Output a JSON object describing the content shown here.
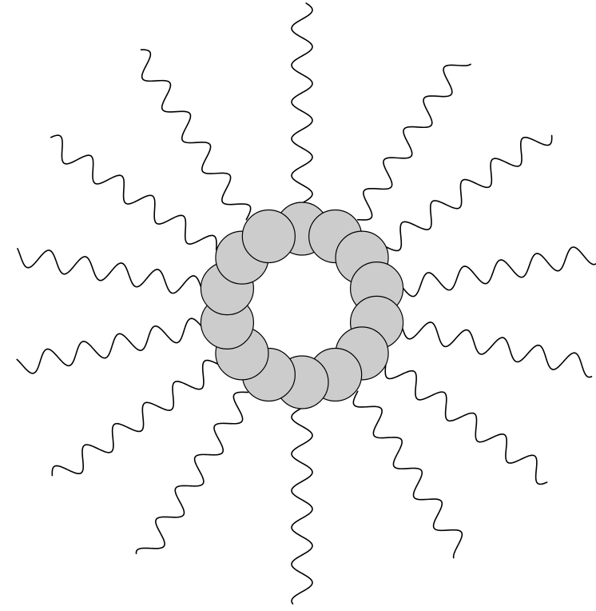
{
  "diagram": {
    "description_free": true,
    "structure": "ring-with-wavy-chains",
    "bead_count": 14,
    "chain_count": 14,
    "colors": {
      "background": "#ffffff",
      "bead_fill": "#cccccc",
      "bead_stroke": "#000000",
      "chain_stroke": "#000000"
    }
  }
}
